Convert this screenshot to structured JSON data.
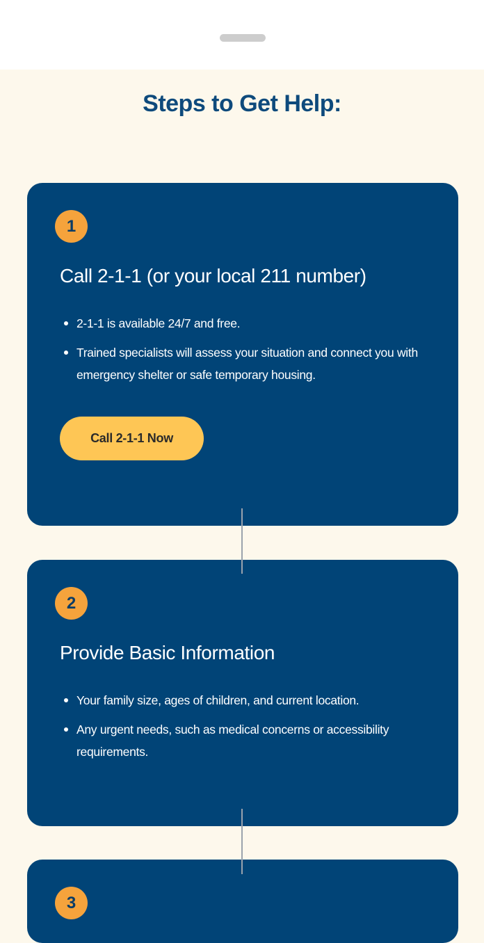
{
  "heading": "Steps to Get Help:",
  "steps": [
    {
      "number": "1",
      "title": "Call 2-1-1 (or your local 211 number)",
      "bullets": [
        "2-1-1 is available 24/7 and free.",
        "Trained specialists will assess your situation and connect you with emergency shelter or safe temporary housing."
      ],
      "button": "Call 2-1-1 Now"
    },
    {
      "number": "2",
      "title": "Provide Basic Information",
      "bullets": [
        "Your family size, ages of children, and current location.",
        "Any urgent needs, such as medical concerns or accessibility requirements."
      ]
    },
    {
      "number": "3"
    }
  ],
  "colors": {
    "card": "#014477",
    "badge": "#f5a33c",
    "button": "#fec655",
    "background": "#fdf8ec"
  }
}
